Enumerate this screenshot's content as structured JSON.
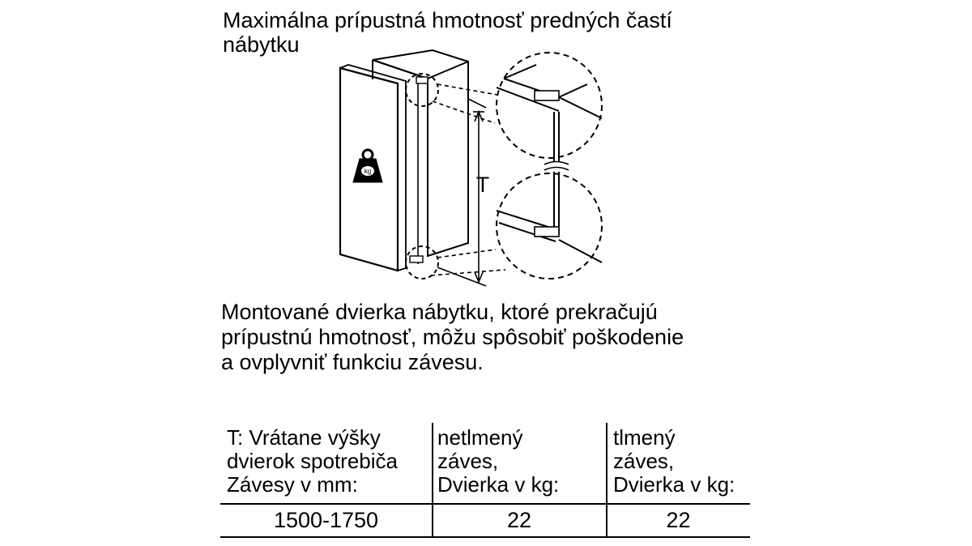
{
  "heading": {
    "line1": "Maximálna prípustná hmotnosť predných častí",
    "line2": "nábytku"
  },
  "diagram": {
    "weight_icon_label": "kg",
    "dimension_label": "T"
  },
  "warning": {
    "line1": "Montované dvierka nábytku, ktoré prekračujú",
    "line2": "prípustnú hmotnosť, môžu spôsobiť poškodenie",
    "line3": "a ovplyvniť funkciu závesu."
  },
  "table": {
    "col1": {
      "line1": "T: Vrátane výšky",
      "line2": "dvierok spotrebiča",
      "line3": "Závesy v mm:"
    },
    "col2": {
      "line1": "netlmený",
      "line2": "záves,",
      "line3": "Dvierka v kg:"
    },
    "col3": {
      "line1": "tlmený",
      "line2": "záves,",
      "line3": "Dvierka v kg:"
    },
    "row": {
      "hinge_range": "1500-1750",
      "undamped_kg": "22",
      "damped_kg": "22"
    }
  }
}
